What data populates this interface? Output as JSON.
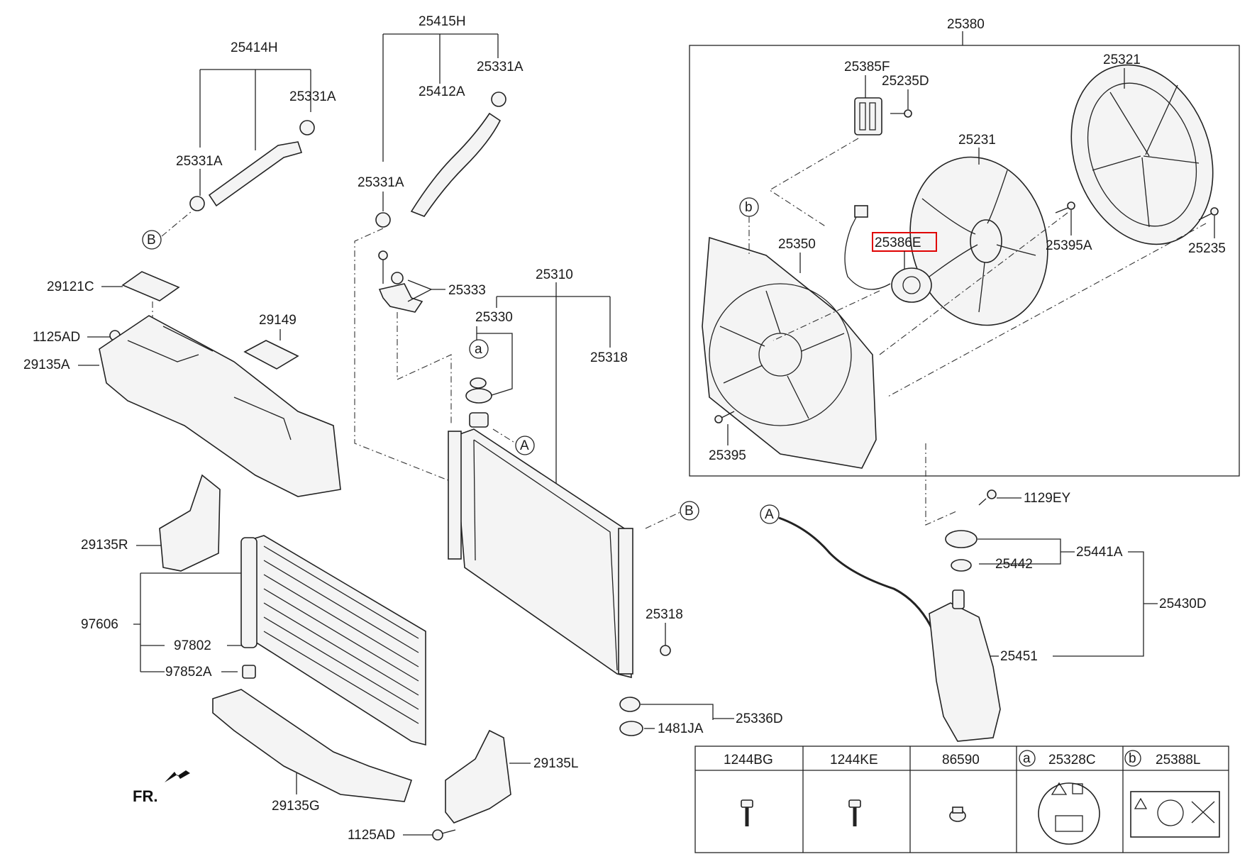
{
  "labels": {
    "p25380": "25380",
    "p25385F": "25385F",
    "p25235D": "25235D",
    "p25321": "25321",
    "p25231": "25231",
    "p25386E": "25386E",
    "p25350": "25350",
    "p25395A": "25395A",
    "p25235": "25235",
    "p25395": "25395",
    "p25415H": "25415H",
    "p25331A_top": "25331A",
    "p25412A": "25412A",
    "p25331A_mid": "25331A",
    "p25414H": "25414H",
    "p25331A_left1": "25331A",
    "p25331A_left2": "25331A",
    "p29121C": "29121C",
    "p1125AD_top": "1125AD",
    "p29135A": "29135A",
    "p29149": "29149",
    "p25333": "25333",
    "p25310": "25310",
    "p25330": "25330",
    "p25318_top": "25318",
    "p29135R": "29135R",
    "p97606": "97606",
    "p97802": "97802",
    "p97852A": "97852A",
    "p25318_low": "25318",
    "p25336D": "25336D",
    "p1481JA": "1481JA",
    "p29135L": "29135L",
    "p29135G": "29135G",
    "p1125AD_bot": "1125AD",
    "p1129EY": "1129EY",
    "p25441A": "25441A",
    "p25442": "25442",
    "p25430D": "25430D",
    "p25451": "25451",
    "fr": "FR.",
    "ref_a": "a",
    "ref_b": "b",
    "ref_A": "A",
    "ref_B": "B"
  },
  "legend": {
    "col1": "1244BG",
    "col2": "1244KE",
    "col3": "86590",
    "col4_ref": "a",
    "col4": "25328C",
    "col5_ref": "b",
    "col5": "25388L"
  },
  "highlight": {
    "part": "25386E",
    "color": "#e00000"
  }
}
